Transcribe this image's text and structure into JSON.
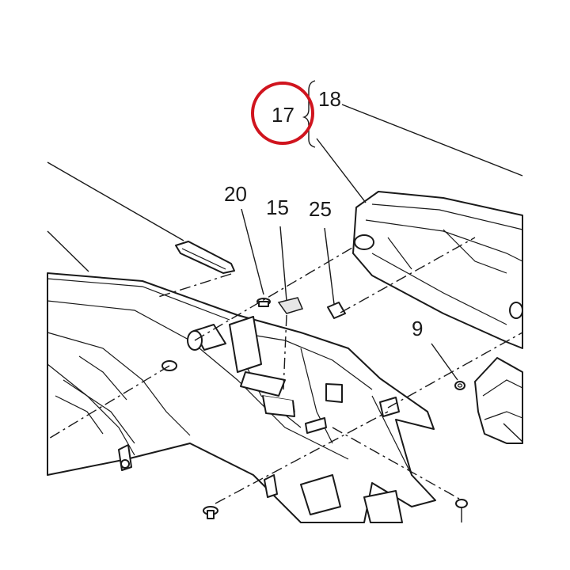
{
  "labels": {
    "part_17": "17",
    "part_18": "18",
    "part_20": "20",
    "part_15": "15",
    "part_25": "25",
    "part_9": "9"
  },
  "colors": {
    "highlight": "#d0141e",
    "line": "#1a1a1a",
    "background": "#ffffff"
  }
}
